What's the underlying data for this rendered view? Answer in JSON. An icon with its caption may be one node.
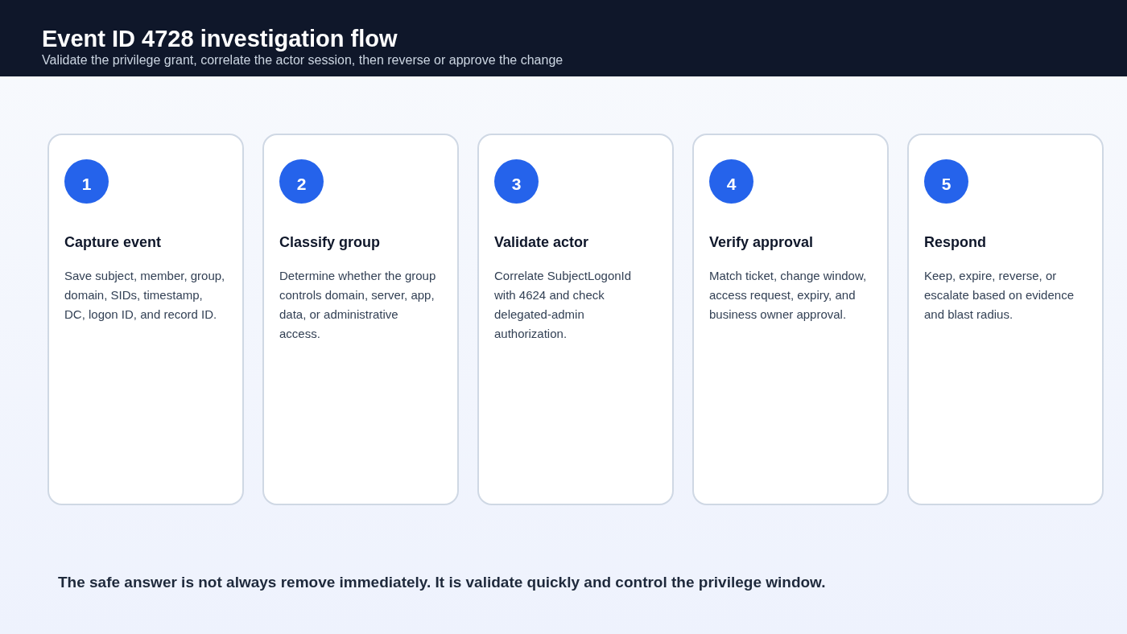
{
  "diagram": {
    "title": "Event ID 4728 investigation flow",
    "nodes": [
      {
        "text": [
          "Capture event",
          "Save subject, member, group, domain, SIDs, timestamp, DC, logon ID, and record ID."
        ]
      },
      {
        "text": [
          "1"
        ],
        "in": 0
      },
      {
        "text": [
          "Classify group",
          "Determine whether the group controls domain, server, app, data, or administrative access."
        ]
      },
      {
        "text": [
          "2"
        ],
        "in": 2
      },
      {
        "text": [
          "Validate actor",
          "Correlate SubjectLogonId with 4624 and check delegated-admin authorization."
        ]
      },
      {
        "text": [
          "3"
        ],
        "in": 4
      },
      {
        "text": [
          "Verify approval",
          "Match ticket, change window, access request, expiry, and business owner approval."
        ]
      },
      {
        "text": [
          "4"
        ],
        "in": 6
      },
      {
        "text": [
          "Respond",
          "Keep, expire, reverse, or escalate based on evidence and blast radius."
        ]
      },
      {
        "text": [
          "5"
        ],
        "in": 8
      }
    ],
    "labels": [
      "Validate the privilege grant, correlate the actor session, then reverse or approve the change",
      "The safe answer is not always remove immediately. It is validate quickly and control the privilege window."
    ]
  }
}
